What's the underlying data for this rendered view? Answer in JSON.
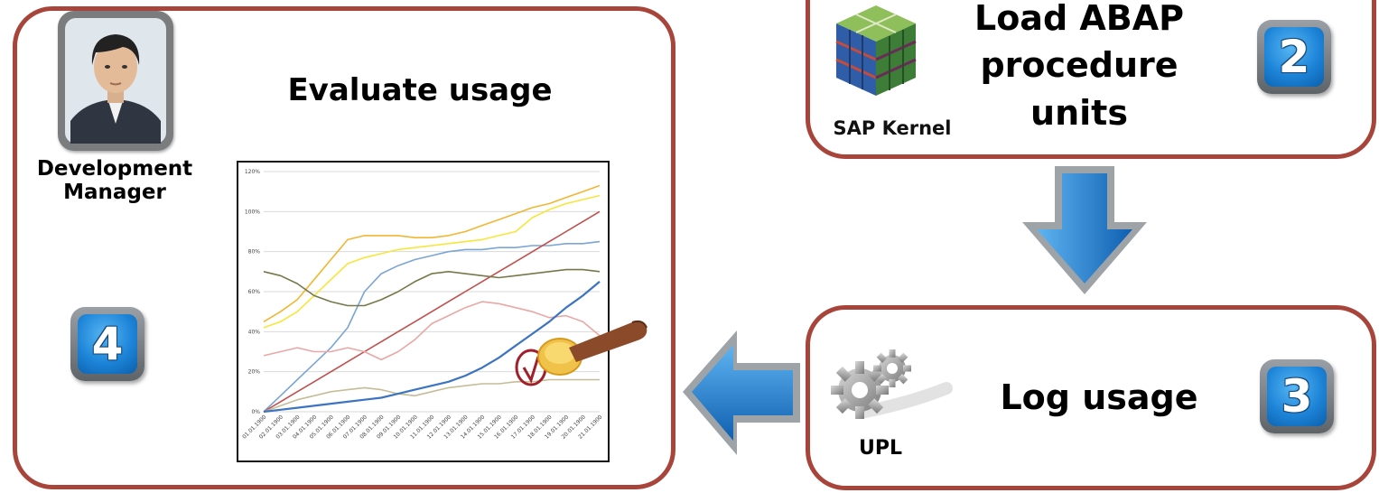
{
  "evaluate": {
    "title": "Evaluate usage",
    "role_label": "Development Manager",
    "step": "4"
  },
  "load": {
    "title": "Load ABAP procedure units",
    "icon_label": "SAP Kernel",
    "step": "2"
  },
  "log": {
    "title": "Log usage",
    "icon_label": "UPL",
    "step": "3"
  },
  "chart_data": {
    "type": "line",
    "title": "",
    "xlabel": "",
    "ylabel": "",
    "ylim": [
      0,
      120
    ],
    "y_ticks": [
      "0%",
      "20%",
      "40%",
      "60%",
      "80%",
      "100%",
      "120%"
    ],
    "categories": [
      "01.01.1900",
      "02.01.1900",
      "03.01.1900",
      "04.01.1900",
      "05.01.1900",
      "06.01.1900",
      "07.01.1900",
      "08.01.1900",
      "09.01.1900",
      "10.01.1900",
      "11.01.1900",
      "12.01.1900",
      "13.01.1900",
      "14.01.1900",
      "15.01.1900",
      "16.01.1900",
      "17.01.1900",
      "18.01.1900",
      "19.01.1900",
      "20.01.1900",
      "21.01.1900"
    ],
    "series": [
      {
        "color": "#f2b632",
        "values": [
          45,
          50,
          56,
          66,
          76,
          86,
          88,
          88,
          88,
          87,
          87,
          88,
          90,
          93,
          96,
          99,
          102,
          104,
          107,
          110,
          113
        ]
      },
      {
        "color": "#f7e63a",
        "values": [
          42,
          45,
          50,
          58,
          66,
          74,
          77,
          79,
          81,
          82,
          83,
          84,
          85,
          86,
          88,
          90,
          97,
          101,
          104,
          106,
          108
        ]
      },
      {
        "color": "#7aa5d6",
        "values": [
          0,
          8,
          16,
          24,
          32,
          42,
          60,
          69,
          73,
          76,
          78,
          80,
          81,
          81,
          82,
          82,
          83,
          83,
          84,
          84,
          85
        ]
      },
      {
        "color": "#c0504d",
        "values": [
          0,
          5,
          10,
          15,
          20,
          25,
          30,
          35,
          40,
          45,
          50,
          55,
          60,
          65,
          70,
          75,
          80,
          85,
          90,
          95,
          100
        ]
      },
      {
        "color": "#76784a",
        "values": [
          70,
          68,
          64,
          58,
          55,
          53,
          53,
          56,
          60,
          65,
          69,
          70,
          69,
          68,
          67,
          68,
          69,
          70,
          71,
          71,
          70
        ]
      },
      {
        "color": "#e8a8a5",
        "values": [
          28,
          30,
          32,
          30,
          30,
          32,
          30,
          26,
          30,
          36,
          44,
          48,
          52,
          55,
          54,
          52,
          50,
          47,
          48,
          45,
          38
        ]
      },
      {
        "color": "#c4bd97",
        "values": [
          0,
          3,
          6,
          8,
          10,
          11,
          12,
          11,
          9,
          8,
          10,
          12,
          13,
          14,
          14,
          15,
          15,
          16,
          16,
          16,
          16
        ]
      },
      {
        "color": "#3c74c2",
        "values": [
          0,
          1,
          2,
          3,
          4,
          5,
          6,
          7,
          9,
          11,
          13,
          15,
          18,
          22,
          27,
          33,
          39,
          45,
          52,
          58,
          65
        ]
      }
    ]
  }
}
